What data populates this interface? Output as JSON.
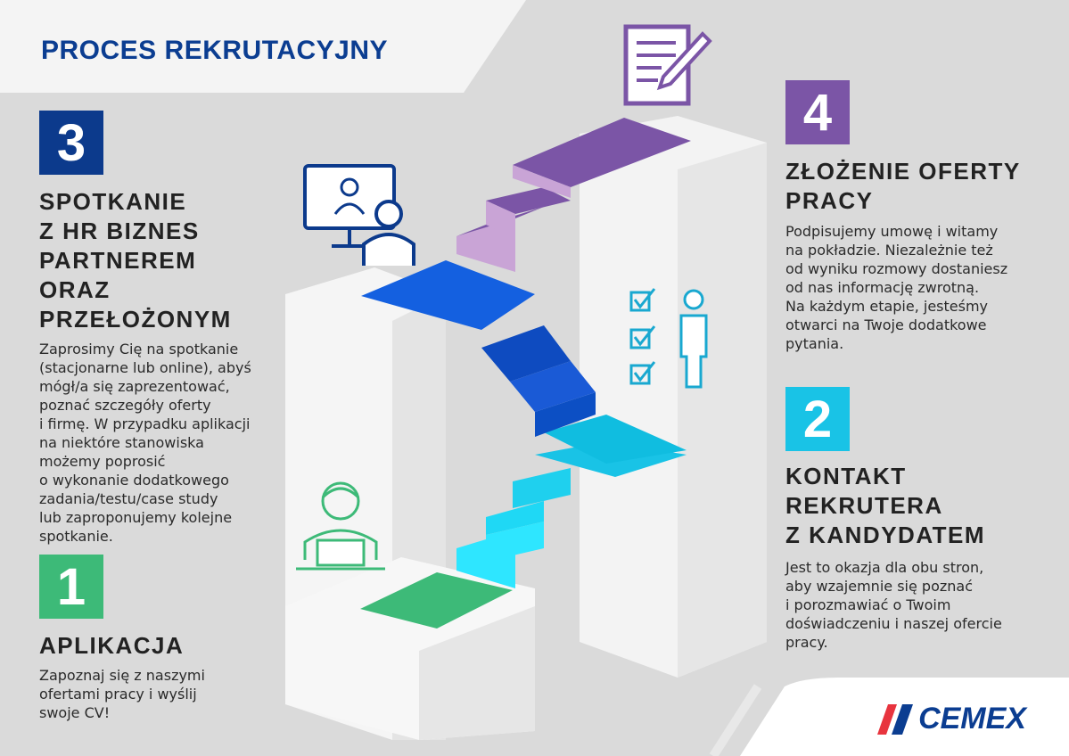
{
  "title": "PROCES REKRUTACYJNY",
  "steps": [
    {
      "number": "1",
      "color": "#3dba78",
      "heading": "APLIKACJA",
      "text": "Zapoznaj się z naszymi\nofertami pracy i wyślij\nswoje CV!"
    },
    {
      "number": "2",
      "color": "#19c3e6",
      "heading": "KONTAKT\nREKRUTERA\nZ KANDYDATEM",
      "text": "Jest to okazja dla obu stron,\naby wzajemnie się poznać\ni porozmawiać o Twoim\ndoświadczeniu i naszej ofercie\npracy."
    },
    {
      "number": "3",
      "color": "#0c3a8c",
      "heading": "SPOTKANIE\nZ HR BIZNES\nPARTNEREM\nORAZ\nPRZEŁOŻONYM",
      "text": "Zaprosimy Cię na spotkanie\n(stacjonarne lub online), abyś\nmógł/a się zaprezentować,\npoznać szczegóły oferty\ni firmę. W przypadku aplikacji\nna niektóre stanowiska\nmożemy poprosić\no wykonanie dodatkowego\nzadania/testu/case study\nlub zaproponujemy kolejne\nspotkanie."
    },
    {
      "number": "4",
      "color": "#7b55a6",
      "heading": "ZŁOŻENIE OFERTY\nPRACY",
      "text": "Podpisujemy umowę i witamy\nna pokładzie. Niezależnie też\nod wyniku rozmowy dostaniesz\nod nas informację zwrotną.\nNa każdym etapie, jesteśmy\notwarci na Twoje dodatkowe\npytania."
    }
  ],
  "logo": {
    "text": "CEMEX",
    "color": "#0b3d91",
    "accent": "#e8343e"
  }
}
